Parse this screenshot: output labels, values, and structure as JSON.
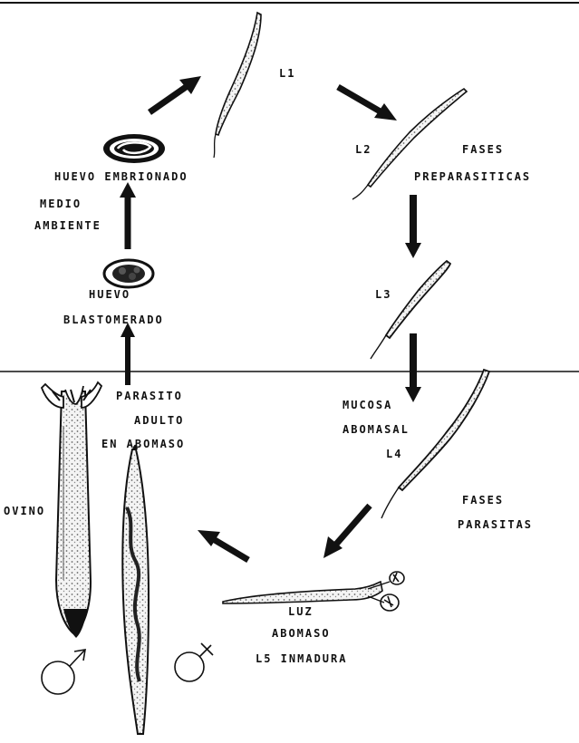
{
  "labels": {
    "l1": "L1",
    "l2": "L2",
    "l3": "L3",
    "l4": "L4",
    "fases_pre_1": "FASES",
    "fases_pre_2": "PREPARASITICAS",
    "huevo_embrionado": "HUEVO EMBRIONADO",
    "medio_ambiente_1": "MEDIO",
    "medio_ambiente_2": "AMBIENTE",
    "huevo_blast_1": "HUEVO",
    "huevo_blast_2": "BLASTOMERADO",
    "parasito_1": "PARASITO",
    "parasito_2": "ADULTO",
    "parasito_3": "EN ABOMASO",
    "mucosa_1": "MUCOSA",
    "mucosa_2": "ABOMASAL",
    "fases_par_1": "FASES",
    "fases_par_2": "PARASITAS",
    "ovino": "OVINO",
    "luz_1": "LUZ",
    "luz_2": "ABOMASO",
    "l5": "L5 INMADURA"
  },
  "colors": {
    "ink": "#111111",
    "fill_light": "#e6e6e6"
  }
}
